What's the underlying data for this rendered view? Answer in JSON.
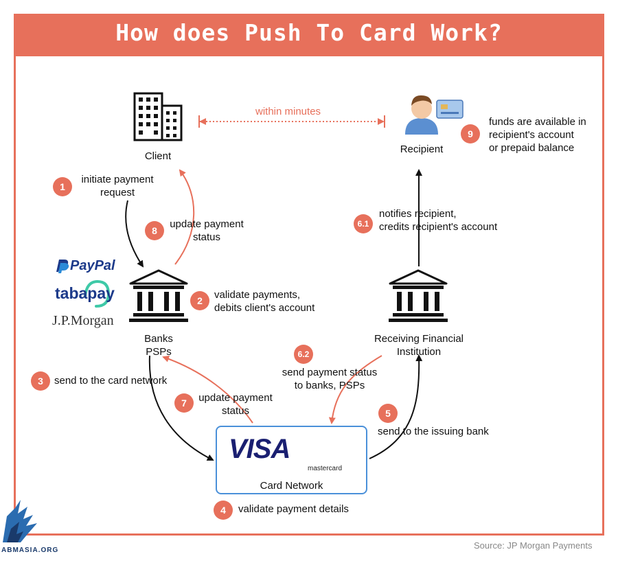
{
  "title": "How does Push To Card Work?",
  "nodes": {
    "client": "Client",
    "recipient": "Recipient",
    "banks": [
      "Banks",
      "PSPs"
    ],
    "receiving": [
      "Receiving Financial",
      "Institution"
    ],
    "card_network": "Card Network"
  },
  "within_minutes": "within minutes",
  "steps": [
    {
      "num": "1",
      "text": [
        "initiate payment",
        "request"
      ]
    },
    {
      "num": "2",
      "text": [
        "validate payments,",
        "debits client's account"
      ]
    },
    {
      "num": "3",
      "text": [
        "send to the card network"
      ]
    },
    {
      "num": "4",
      "text": [
        "validate payment details"
      ]
    },
    {
      "num": "5",
      "text": [
        "send to the issuing bank"
      ]
    },
    {
      "num": "6.1",
      "text": [
        "notifies recipient,",
        "credits recipient's account"
      ]
    },
    {
      "num": "6.2",
      "text": [
        "send payment status",
        "to banks, PSPs"
      ]
    },
    {
      "num": "7",
      "text": [
        "update payment",
        "status"
      ]
    },
    {
      "num": "8",
      "text": [
        "update payment",
        "status"
      ]
    },
    {
      "num": "9",
      "text": [
        "funds are available in",
        "recipient's account",
        "or prepaid balance"
      ]
    }
  ],
  "logos": {
    "paypal": "PayPal",
    "tabapay": "tabapay",
    "jpmorgan": "J.P.Morgan",
    "visa": "VISA",
    "mastercard": "mastercard",
    "watermark": "ABMASIA.ORG"
  },
  "source": "Source: JP Morgan Payments",
  "colors": {
    "accent": "#e7705b",
    "card_border": "#4a90d9",
    "visa_blue": "#1a1f71",
    "mc_red": "#eb001b",
    "mc_orange": "#f79e1b"
  },
  "icons": [
    "office-building-icon",
    "recipient-person-icon",
    "credit-card-icon",
    "bank-icon",
    "visa-logo",
    "mastercard-logo",
    "paypal-logo",
    "tabapay-logo",
    "jpmorgan-logo",
    "eagle-watermark-icon"
  ]
}
